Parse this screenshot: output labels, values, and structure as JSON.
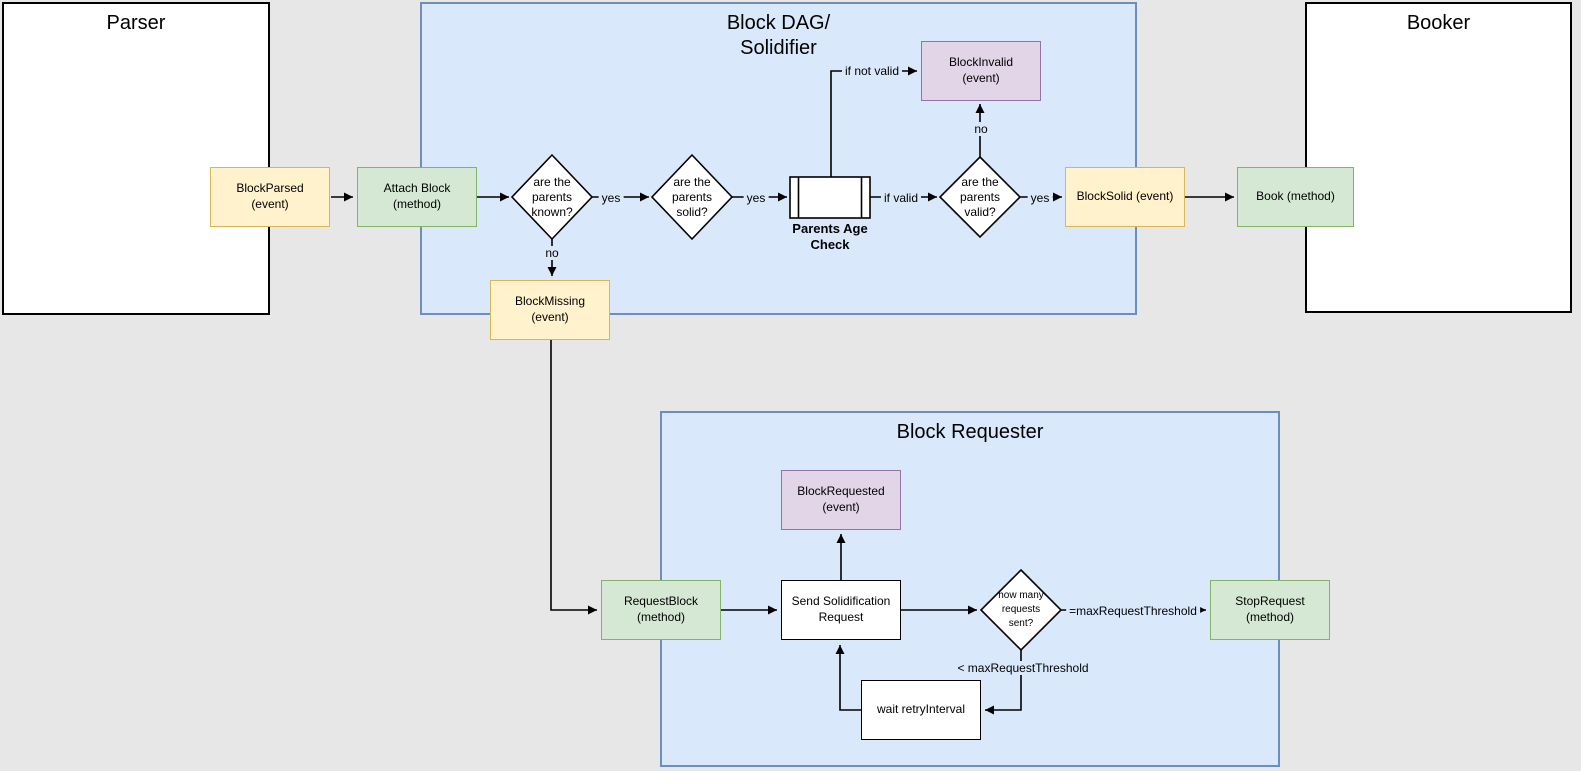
{
  "containers": {
    "parser": {
      "title": "Parser"
    },
    "block_dag_solidifier": {
      "title": "Block DAG/\nSolidifier"
    },
    "booker": {
      "title": "Booker"
    },
    "block_requester": {
      "title": "Block Requester"
    }
  },
  "nodes": {
    "block_parsed": {
      "label": "BlockParsed\n(event)",
      "kind": "event"
    },
    "attach_block": {
      "label": "Attach Block\n(method)",
      "kind": "method"
    },
    "are_parents_known": {
      "label": "are the\nparents\nknown?",
      "kind": "decision"
    },
    "are_parents_solid": {
      "label": "are the\nparents\nsolid?",
      "kind": "decision"
    },
    "parents_age_check": {
      "label": "Parents Age\nCheck",
      "kind": "predefined-process"
    },
    "block_invalid": {
      "label": "BlockInvalid\n(event)",
      "kind": "event"
    },
    "are_parents_valid": {
      "label": "are the\nparents\nvalid?",
      "kind": "decision"
    },
    "block_solid": {
      "label": "BlockSolid (event)",
      "kind": "event"
    },
    "book": {
      "label": "Book (method)",
      "kind": "method"
    },
    "block_missing": {
      "label": "BlockMissing\n(event)",
      "kind": "event"
    },
    "request_block": {
      "label": "RequestBlock\n(method)",
      "kind": "method"
    },
    "block_requested": {
      "label": "BlockRequested\n(event)",
      "kind": "event"
    },
    "send_solidification_request": {
      "label": "Send Solidification\nRequest",
      "kind": "process"
    },
    "how_many_requests_sent": {
      "label": "how many\nrequests\nsent?",
      "kind": "decision"
    },
    "stop_request": {
      "label": "StopRequest\n(method)",
      "kind": "method"
    },
    "wait_retry_interval": {
      "label": "wait retryInterval",
      "kind": "process"
    }
  },
  "edge_labels": {
    "yes_parents_known": "yes",
    "no_parents_known": "no",
    "yes_parents_solid": "yes",
    "if_valid": "if valid",
    "if_not_valid": "if not valid",
    "no_parents_valid": "no",
    "yes_parents_valid": "yes",
    "equals_max_request_threshold": "=maxRequestThreshold",
    "less_than_max_request_threshold": "< maxRequestThreshold"
  },
  "colors": {
    "canvas_bg": "#e7e7e7",
    "container_fill": "#dae8fc",
    "container_border": "#6c8ebf",
    "event_fill": "#fff2cc",
    "event_border": "#d6b656",
    "method_fill": "#d5e8d4",
    "method_border": "#82b366",
    "emitted_event_fill": "#e1d5e7",
    "emitted_event_border": "#9673a6",
    "plain_fill": "#ffffff",
    "line_color": "#000000"
  }
}
